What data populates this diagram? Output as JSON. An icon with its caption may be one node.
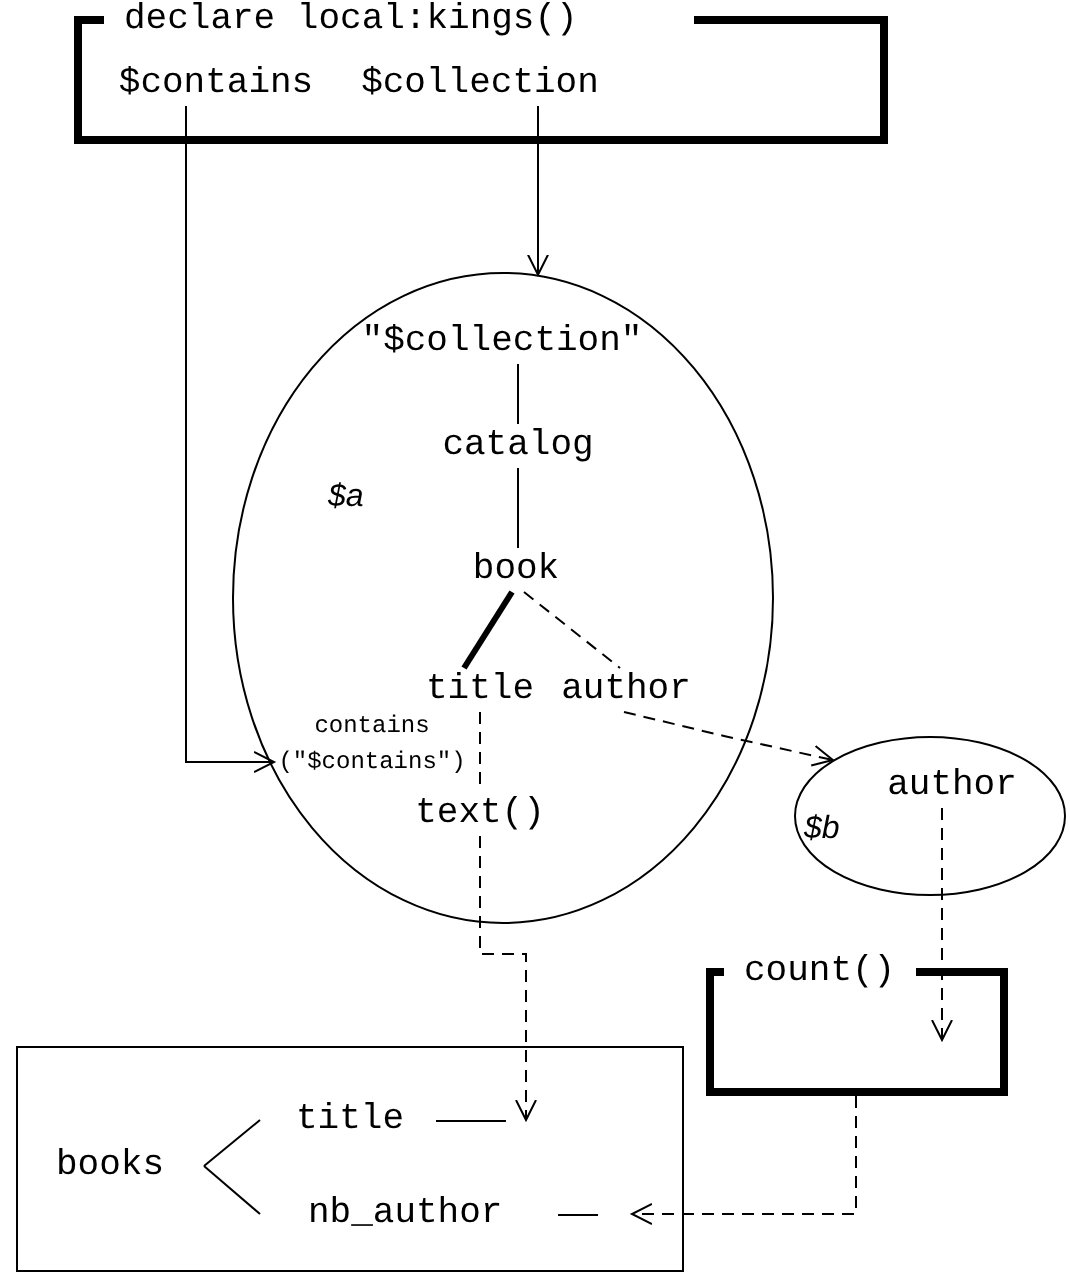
{
  "diagram": {
    "nodes": [
      {
        "text": [
          "declare local:kings()"
        ]
      },
      {
        "text": [
          "$contains"
        ],
        "in": 0
      },
      {
        "text": [
          "$collection"
        ],
        "in": 0
      },
      {
        "text": [
          "$a"
        ]
      },
      {
        "text": [
          "\"$collection\""
        ],
        "in": 3
      },
      {
        "text": [
          "catalog"
        ],
        "in": 3
      },
      {
        "text": [
          "book"
        ],
        "in": 3
      },
      {
        "text": [
          "title"
        ],
        "in": 3
      },
      {
        "text": [
          "author"
        ],
        "in": 3
      },
      {
        "text": [
          "contains (\"$contains\")"
        ],
        "in": 3
      },
      {
        "text": [
          "text()"
        ],
        "in": 3
      },
      {
        "text": [
          "$b"
        ]
      },
      {
        "text": [
          "author"
        ],
        "in": 11
      },
      {
        "text": [
          "count()"
        ]
      },
      {
        "text": [],
        "shape": "box"
      },
      {
        "text": [
          "books"
        ],
        "in": 14
      },
      {
        "text": [
          "title"
        ],
        "in": 14
      },
      {
        "text": [
          "nb_author"
        ],
        "in": 14
      }
    ],
    "edges": [
      {
        "from": 2,
        "to": 3,
        "arrow": "to"
      },
      {
        "from": 1,
        "to": 9,
        "arrow": "to"
      },
      {
        "from": 4,
        "to": 5,
        "arrow": "none"
      },
      {
        "from": 5,
        "to": 6,
        "arrow": "none"
      },
      {
        "from": 6,
        "to": 7,
        "arrow": "none",
        "style": "thick"
      },
      {
        "from": 6,
        "to": 8,
        "arrow": "none",
        "style": "dashed"
      },
      {
        "from": 7,
        "to": 10,
        "arrow": "none",
        "style": "dashed"
      },
      {
        "from": 8,
        "to": 11,
        "arrow": "to",
        "style": "dashed"
      },
      {
        "from": 12,
        "to": 13,
        "arrow": "to",
        "style": "dashed"
      },
      {
        "from": 10,
        "to": 16,
        "arrow": "to",
        "style": "dashed"
      },
      {
        "from": 13,
        "to": 17,
        "arrow": "to",
        "style": "dashed"
      },
      {
        "from": 15,
        "to": 16,
        "arrow": "none"
      },
      {
        "from": 15,
        "to": 17,
        "arrow": "none"
      }
    ]
  }
}
